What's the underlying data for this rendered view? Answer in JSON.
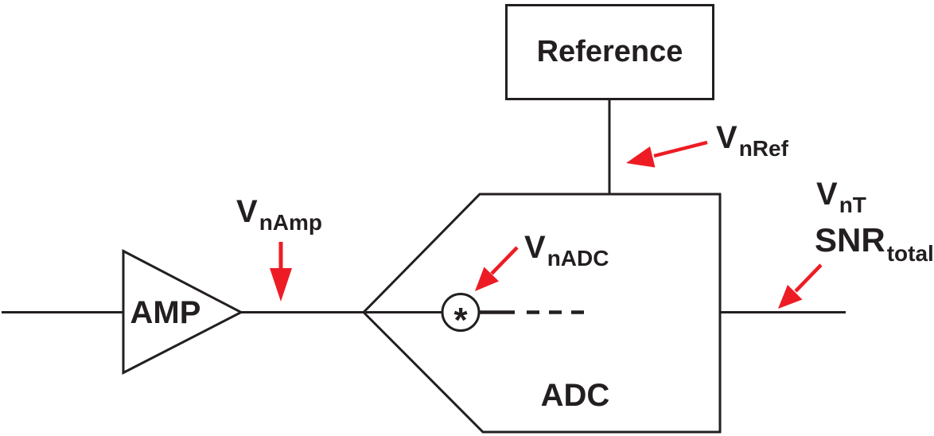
{
  "diagram": {
    "colors": {
      "line": "#231f20",
      "accent": "#ed1c24",
      "background": "#ffffff"
    },
    "blocks": {
      "reference": {
        "label": "Reference"
      },
      "amp": {
        "label": "AMP"
      },
      "adc": {
        "label": "ADC",
        "noise_source_symbol": "*"
      }
    },
    "annotations": {
      "vnamp": {
        "main": "V",
        "sub": "nAmp"
      },
      "vnadc": {
        "main": "V",
        "sub": "nADC"
      },
      "vnref": {
        "main": "V",
        "sub": "nRef"
      },
      "vnt": {
        "main": "V",
        "sub": "nT"
      },
      "snr_total": {
        "main": "SNR",
        "sub": "total"
      }
    }
  }
}
